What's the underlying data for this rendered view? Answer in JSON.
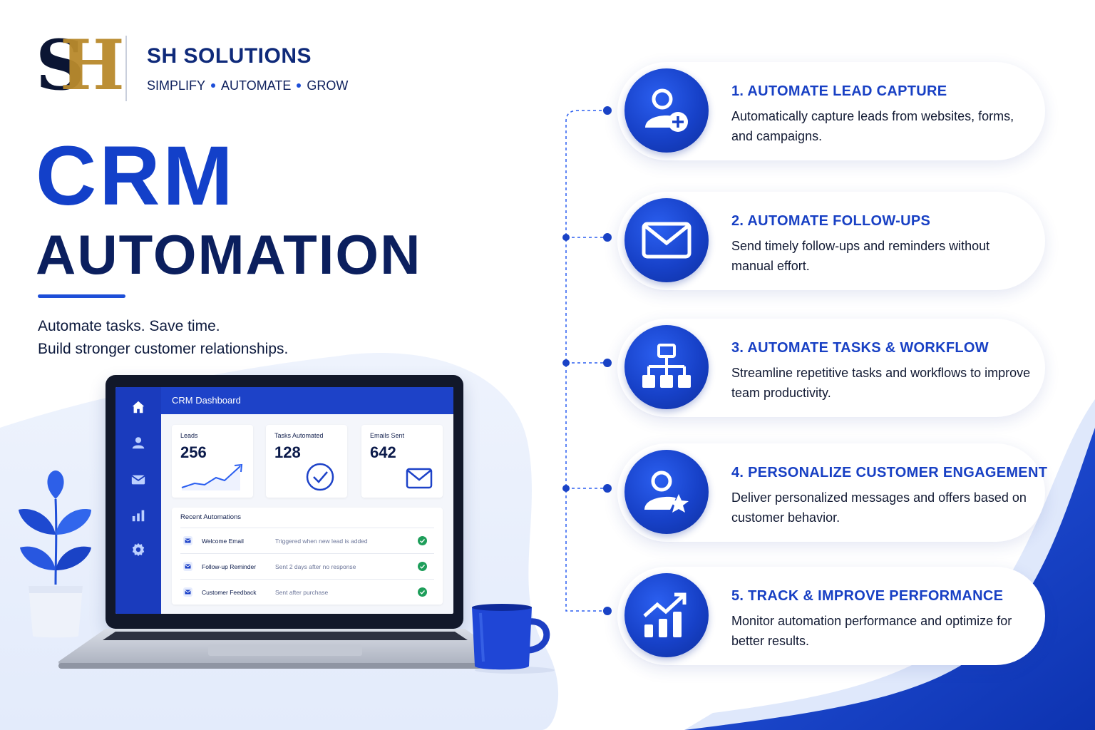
{
  "brand": {
    "logo_letter_1": "S",
    "logo_letter_2": "H",
    "name": "SH SOLUTIONS",
    "tagline": [
      "SIMPLIFY",
      "AUTOMATE",
      "GROW"
    ]
  },
  "hero": {
    "title_line1": "CRM",
    "title_line2": "AUTOMATION",
    "subtitle_line1": "Automate tasks. Save time.",
    "subtitle_line2": "Build stronger customer relationships."
  },
  "dashboard": {
    "title": "CRM Dashboard",
    "sidebar_icons": [
      "home-icon",
      "user-icon",
      "mail-icon",
      "bar-chart-icon",
      "gear-icon"
    ],
    "stats": [
      {
        "label": "Leads",
        "value": "256",
        "icon": "trend-up-icon"
      },
      {
        "label": "Tasks Automated",
        "value": "128",
        "icon": "check-circle-icon"
      },
      {
        "label": "Emails Sent",
        "value": "642",
        "icon": "envelope-icon"
      }
    ],
    "recent_title": "Recent Automations",
    "recent": [
      {
        "name": "Welcome Email",
        "desc": "Triggered when new lead is added"
      },
      {
        "name": "Follow-up Reminder",
        "desc": "Sent 2 days after no response"
      },
      {
        "name": "Customer Feedback",
        "desc": "Sent after purchase"
      }
    ]
  },
  "steps": [
    {
      "title": "1. AUTOMATE LEAD CAPTURE",
      "desc": "Automatically capture leads from websites, forms, and campaigns.",
      "icon": "user-plus-icon"
    },
    {
      "title": "2. AUTOMATE FOLLOW-UPS",
      "desc": "Send timely follow-ups and reminders without manual effort.",
      "icon": "envelope-icon"
    },
    {
      "title": "3. AUTOMATE TASKS & WORKFLOW",
      "desc": "Streamline repetitive tasks and workflows to improve team productivity.",
      "icon": "workflow-icon"
    },
    {
      "title": "4. PERSONALIZE CUSTOMER ENGAGEMENT",
      "desc": "Deliver personalized messages and offers based on customer behavior.",
      "icon": "user-star-icon"
    },
    {
      "title": "5. TRACK & IMPROVE PERFORMANCE",
      "desc": "Monitor automation performance and optimize for better results.",
      "icon": "chart-growth-icon"
    }
  ],
  "colors": {
    "primary_blue": "#1840c4",
    "navy": "#0b1f5e",
    "gold": "#b98a2c",
    "success_green": "#1e9e5a"
  }
}
